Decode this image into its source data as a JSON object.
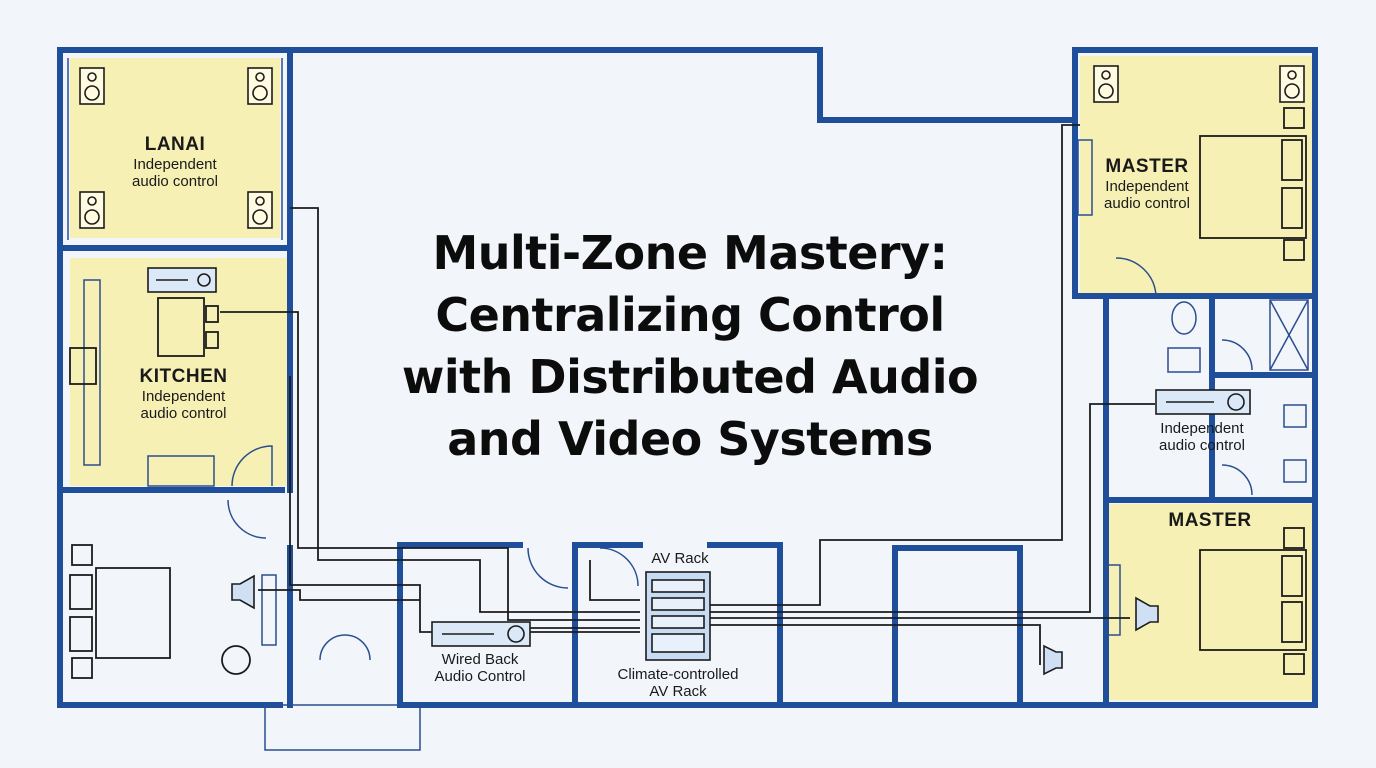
{
  "title": {
    "line1": "Multi-Zone Mastery:",
    "line2": "Centralizing Control",
    "line3": "with Distributed  Audio",
    "line4": "and Video Systems"
  },
  "zones": {
    "lanai": {
      "name": "LANAI",
      "line1": "Independent",
      "line2": "audio control"
    },
    "kitchen": {
      "name": "KITCHEN",
      "line1": "Independent",
      "line2": "audio control"
    },
    "master_top": {
      "name": "MASTER",
      "line1": "Independent",
      "line2": "audio control"
    },
    "bath": {
      "line1": "Independent",
      "line2": "audio control"
    },
    "master_bottom": {
      "name": "MASTER"
    }
  },
  "equipment": {
    "av_rack": "AV Rack",
    "wired_back_1": "Wired Back",
    "wired_back_2": "Audio Control",
    "climate_1": "Climate-controlled",
    "climate_2": "AV Rack"
  },
  "colors": {
    "wall": "#1f4e9b",
    "zone_fill": "#f6f0b4",
    "line": "#1c1c1c",
    "background": "#f2f6fb"
  }
}
